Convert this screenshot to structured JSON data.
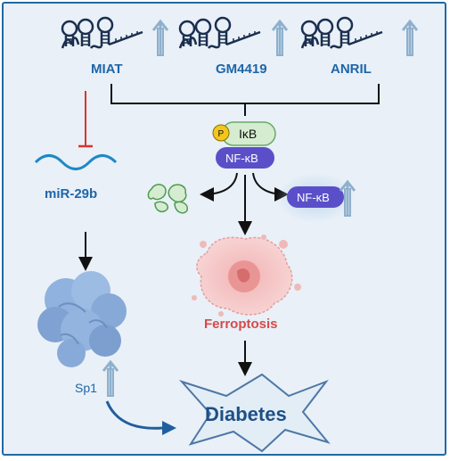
{
  "lncrnas": [
    {
      "label": "MIAT"
    },
    {
      "label": "GM4419"
    },
    {
      "label": "ANRIL"
    }
  ],
  "mirna": {
    "label": "miR-29b"
  },
  "sp1": {
    "label": "Sp1"
  },
  "complex": {
    "phospho": "P",
    "ikb": "IκB",
    "nfkb": "NF-κB"
  },
  "released_nfkb": {
    "label": "NF-κB"
  },
  "ferroptosis": {
    "label": "Ferroptosis"
  },
  "outcome": {
    "label": "Diabetes"
  },
  "colors": {
    "frame": "#1f6aa5",
    "background": "#e9f0f7",
    "rna": "#1b2f4f",
    "up_arrow": "#8fb0cd",
    "inhibition": "#d9342b",
    "wave": "#1e88c7",
    "ferroptosis": "#d64a4a",
    "nfkb_pill": "#5b4fc9",
    "ikb_pill": "#d5ecd1",
    "phospho": "#f3c61c"
  }
}
